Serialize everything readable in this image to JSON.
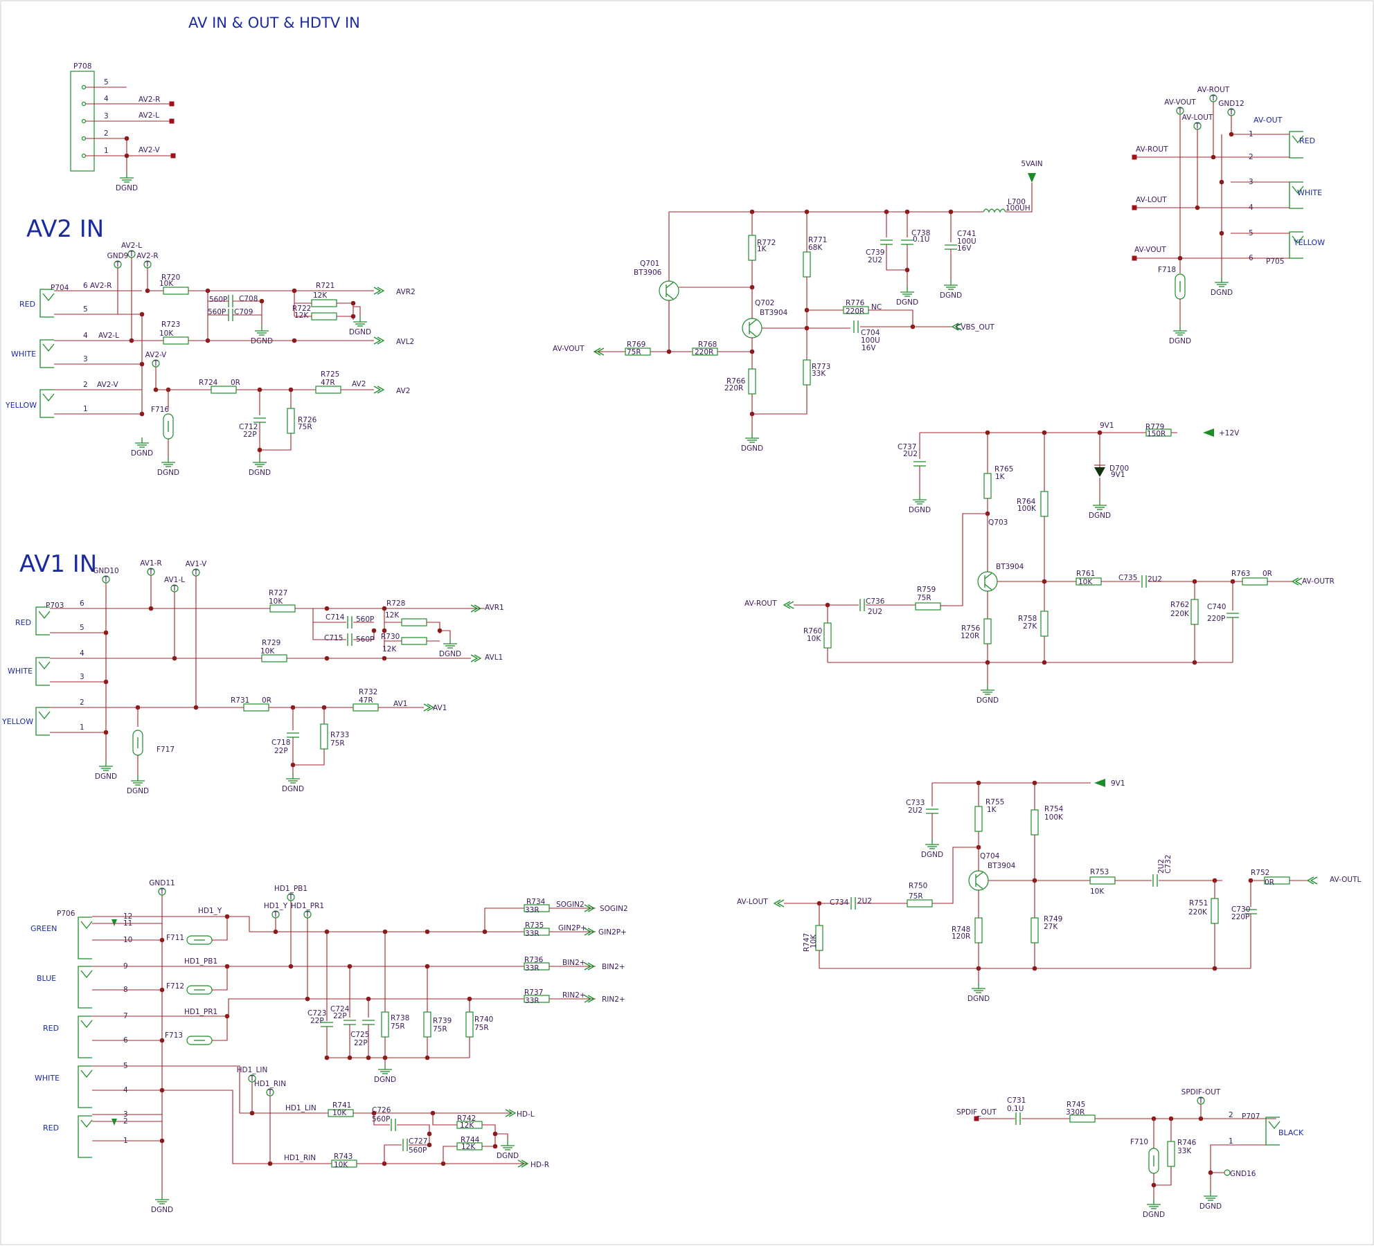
{
  "header": {
    "title": "AV IN & OUT  &  HDTV IN"
  },
  "sections": {
    "av2_in": "AV2 IN",
    "av1_in": "AV1 IN"
  },
  "p708": {
    "ref": "P708",
    "pins": [
      "5",
      "4",
      "3",
      "2",
      "1"
    ],
    "nets": [
      "AV2-R",
      "AV2-L",
      "AV2-V"
    ],
    "gnd": "DGND"
  },
  "av2": {
    "connector": "P704",
    "pins": [
      "6",
      "5",
      "4",
      "3",
      "2",
      "1"
    ],
    "jack_labels": [
      "RED",
      "WHITE",
      "YELLOW"
    ],
    "testpoints": [
      "AV2-L",
      "GND9",
      "AV2-R",
      "AV2-V"
    ],
    "wire_labels": [
      "AV2-R",
      "AV2-L",
      "AV2-V"
    ],
    "r720": [
      "R720",
      "10K"
    ],
    "r723": [
      "R723",
      "10K"
    ],
    "r724": [
      "R724",
      "0R"
    ],
    "r725": [
      "R725",
      "47R"
    ],
    "r721": [
      "R721",
      "12K"
    ],
    "r722": [
      "R722",
      "12K"
    ],
    "r726": [
      "R726",
      "75R"
    ],
    "c708": [
      "C708",
      "560P"
    ],
    "c709": [
      "C709",
      "560P"
    ],
    "c712": [
      "C712",
      "22P"
    ],
    "f716": "F716",
    "outputs": [
      "AVR2",
      "AVL2",
      "AV2",
      "AV2"
    ],
    "gnd": "DGND"
  },
  "av1": {
    "connector": "P703",
    "pins": [
      "6",
      "5",
      "4",
      "3",
      "2",
      "1"
    ],
    "jack_labels": [
      "RED",
      "WHITE",
      "YELLOW"
    ],
    "testpoints": [
      "GND10",
      "AV1-R",
      "AV1-L",
      "AV1-V"
    ],
    "r727": [
      "R727",
      "10K"
    ],
    "r729": [
      "R729",
      "10K"
    ],
    "r731": [
      "R731",
      "0R"
    ],
    "r732": [
      "R732",
      "47R"
    ],
    "r728": [
      "R728",
      "12K"
    ],
    "r730": [
      "R730",
      "12K"
    ],
    "r733": [
      "R733",
      "75R"
    ],
    "c714": [
      "C714",
      "560P"
    ],
    "c715": [
      "C715",
      "560P"
    ],
    "c718": [
      "C718",
      "22P"
    ],
    "f717": "F717",
    "outputs": [
      "AVR1",
      "AVL1",
      "AV1",
      "AV1"
    ],
    "gnd": "DGND"
  },
  "hdtv": {
    "connector": "P706",
    "pins": [
      "12",
      "11",
      "10",
      "9",
      "8",
      "7",
      "6",
      "5",
      "4",
      "3",
      "2",
      "1"
    ],
    "jack_labels": [
      "GREEN",
      "BLUE",
      "RED",
      "WHITE",
      "RED"
    ],
    "testpoints": [
      "GND11",
      "HD1_PB1",
      "HD1_Y",
      "HD1_PR1",
      "HD1_LIN",
      "HD1_RIN"
    ],
    "wire_labels": [
      "HD1_Y",
      "HD1_PB1",
      "HD1_PR1",
      "HD1_LIN",
      "HD1_RIN"
    ],
    "fuses": [
      "F711",
      "F712",
      "F713"
    ],
    "r734": [
      "R734",
      "33R"
    ],
    "r735": [
      "R735",
      "33R"
    ],
    "r736": [
      "R736",
      "33R"
    ],
    "r737": [
      "R737",
      "33R"
    ],
    "r738": [
      "R738",
      "75R"
    ],
    "r739": [
      "R739",
      "75R"
    ],
    "r740": [
      "R740",
      "75R"
    ],
    "c723": [
      "C723",
      "22P"
    ],
    "c724": [
      "C724",
      "22P"
    ],
    "c725": [
      "C725",
      "22P"
    ],
    "r741": [
      "R741",
      "10K"
    ],
    "r742": [
      "R742",
      "12K"
    ],
    "r743": [
      "R743",
      "10K"
    ],
    "r744": [
      "R744",
      "12K"
    ],
    "c726": [
      "C726",
      "560P"
    ],
    "c727": [
      "C727",
      "560P"
    ],
    "nets": [
      "SOGIN2",
      "GIN2P+",
      "BIN2+",
      "RIN2+"
    ],
    "outputs": [
      "SOGIN2",
      "GIN2P+",
      "BIN2+",
      "RIN2+",
      "HD-L",
      "HD-R"
    ],
    "gnd": "DGND"
  },
  "cvbs_out": {
    "supply": "5VAIN",
    "l700": [
      "L700",
      "100UH"
    ],
    "q701": [
      "Q701",
      "BT3906"
    ],
    "q702": [
      "Q702",
      "BT3904"
    ],
    "r772": [
      "R772",
      "1K"
    ],
    "r771": [
      "R771",
      "68K"
    ],
    "c739": [
      "C739",
      "2U2"
    ],
    "c738": [
      "C738",
      "0.1U"
    ],
    "c741": [
      "C741",
      "100U",
      "16V"
    ],
    "r776": [
      "R776",
      "220R",
      "NC"
    ],
    "c704": [
      "C704",
      "100U",
      "16V"
    ],
    "r769": [
      "R769",
      "75R"
    ],
    "r768": [
      "R768",
      "220R"
    ],
    "r766": [
      "R766",
      "220R"
    ],
    "r773": [
      "R773",
      "33K"
    ],
    "in_net": "CVBS_OUT",
    "out_net": "AV-VOUT",
    "gnd": "DGND"
  },
  "av_out_conn": {
    "testpoints": [
      "AV-VOUT",
      "AV-ROUT",
      "AV-LOUT",
      "GND12"
    ],
    "title": "AV-OUT",
    "nets": [
      "AV-ROUT",
      "AV-LOUT",
      "AV-VOUT"
    ],
    "pins": [
      "1",
      "2",
      "3",
      "4",
      "5",
      "6"
    ],
    "jack_labels": [
      "RED",
      "WHITE",
      "YELLOW"
    ],
    "connector": "P705",
    "fuse": "F718",
    "gnd": "DGND"
  },
  "right_amp": {
    "supply_in": "+12V",
    "rail": "9V1",
    "r779": [
      "R779",
      "150R"
    ],
    "d700": [
      "D700",
      "9V1"
    ],
    "c737": [
      "C737",
      "2U2"
    ],
    "r765": [
      "R765",
      "1K"
    ],
    "r764": [
      "R764",
      "100K"
    ],
    "q703": [
      "Q703",
      "BT3904"
    ],
    "r761": [
      "R761",
      "10K"
    ],
    "c735": [
      "C735",
      "2U2"
    ],
    "r763": [
      "R763",
      "0R"
    ],
    "in_net": "AV-OUTR",
    "out_net": "AV-ROUT",
    "c736": [
      "C736",
      "2U2"
    ],
    "r759": [
      "R759",
      "75R"
    ],
    "r760": [
      "R760",
      "10K"
    ],
    "r756": [
      "R756",
      "120R"
    ],
    "r758": [
      "R758",
      "27K"
    ],
    "r762": [
      "R762",
      "220K"
    ],
    "c740": [
      "C740",
      "220P"
    ],
    "gnd": "DGND"
  },
  "left_amp": {
    "rail": "9V1",
    "c733": [
      "C733",
      "2U2"
    ],
    "r755": [
      "R755",
      "1K"
    ],
    "r754": [
      "R754",
      "100K"
    ],
    "q704": [
      "Q704",
      "BT3904"
    ],
    "r753": [
      "R753",
      "10K"
    ],
    "c732": [
      "C732",
      "2U2"
    ],
    "r752": [
      "R752",
      "0R"
    ],
    "in_net": "AV-OUTL",
    "out_net": "AV-LOUT",
    "c734": [
      "C734",
      "2U2"
    ],
    "r750": [
      "R750",
      "75R"
    ],
    "r747": [
      "R747",
      "10K"
    ],
    "r748": [
      "R748",
      "120R"
    ],
    "r749": [
      "R749",
      "27K"
    ],
    "r751": [
      "R751",
      "220K"
    ],
    "c730": [
      "C730",
      "220P"
    ],
    "gnd": "DGND"
  },
  "spdif": {
    "in_net": "SPDIF_OUT",
    "testpoint": "SPDIF-OUT",
    "c731": [
      "C731",
      "0.1U"
    ],
    "r745": [
      "R745",
      "330R"
    ],
    "r746": [
      "R746",
      "33K"
    ],
    "fuse": "F710",
    "connector": "P707",
    "pins": [
      "2",
      "1"
    ],
    "jack_label": "BLACK",
    "gnd16": "GND16",
    "gnd": "DGND"
  }
}
